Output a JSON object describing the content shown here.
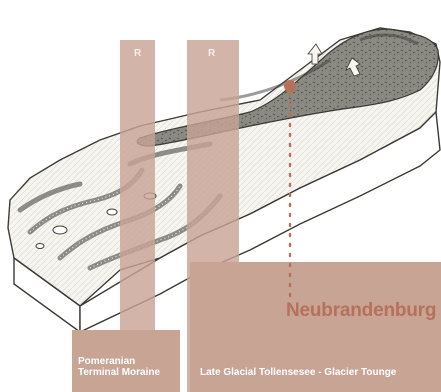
{
  "colors": {
    "band": "#c8a495",
    "town_marker": "#b7705a",
    "ice": "#7a7a72",
    "ink": "#3a3a36"
  },
  "markers": {
    "left_r": "R",
    "right_r": "R"
  },
  "town": {
    "name": "Neubrandenburg"
  },
  "bands": {
    "left_label_line1": "Pomeranian",
    "left_label_line2": "Terminal Moraine",
    "right_label": "Late Glacial Tollensesee - Glacier Tounge"
  }
}
